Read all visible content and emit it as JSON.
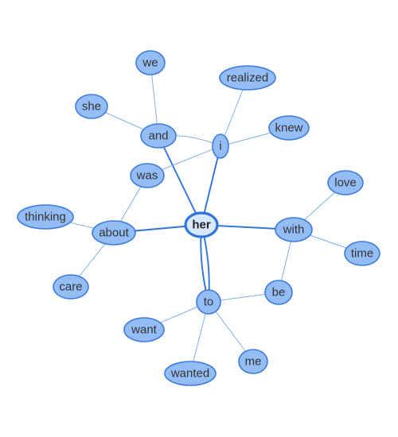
{
  "graph": {
    "center": "her",
    "colors": {
      "node_fill": "#94bdf5",
      "node_stroke": "#3b7be0",
      "center_fill": "#d9e8fb",
      "center_stroke": "#2f74dc",
      "edge_thin": "#7fb0e8",
      "edge_thick": "#2f74dc",
      "text": "#333333"
    },
    "nodes": [
      {
        "id": "her",
        "label": "her"
      },
      {
        "id": "we",
        "label": "we"
      },
      {
        "id": "realized",
        "label": "realized"
      },
      {
        "id": "she",
        "label": "she"
      },
      {
        "id": "knew",
        "label": "knew"
      },
      {
        "id": "and",
        "label": "and"
      },
      {
        "id": "i",
        "label": "i"
      },
      {
        "id": "was",
        "label": "was"
      },
      {
        "id": "love",
        "label": "love"
      },
      {
        "id": "thinking",
        "label": "thinking"
      },
      {
        "id": "about",
        "label": "about"
      },
      {
        "id": "with",
        "label": "with"
      },
      {
        "id": "time",
        "label": "time"
      },
      {
        "id": "care",
        "label": "care"
      },
      {
        "id": "be",
        "label": "be"
      },
      {
        "id": "to",
        "label": "to"
      },
      {
        "id": "want",
        "label": "want"
      },
      {
        "id": "me",
        "label": "me"
      },
      {
        "id": "wanted",
        "label": "wanted"
      }
    ],
    "edges": [
      {
        "from": "we",
        "to": "and",
        "weight": "thin"
      },
      {
        "from": "she",
        "to": "and",
        "weight": "thin"
      },
      {
        "from": "and",
        "to": "i",
        "weight": "thin"
      },
      {
        "from": "and",
        "to": "her",
        "weight": "thick"
      },
      {
        "from": "realized",
        "to": "i",
        "weight": "thin"
      },
      {
        "from": "knew",
        "to": "i",
        "weight": "thin"
      },
      {
        "from": "i",
        "to": "her",
        "weight": "thick"
      },
      {
        "from": "i",
        "to": "was",
        "weight": "thin"
      },
      {
        "from": "was",
        "to": "about",
        "weight": "thin"
      },
      {
        "from": "thinking",
        "to": "about",
        "weight": "thin"
      },
      {
        "from": "care",
        "to": "about",
        "weight": "thin"
      },
      {
        "from": "about",
        "to": "her",
        "weight": "thick"
      },
      {
        "from": "her",
        "to": "with",
        "weight": "thick"
      },
      {
        "from": "with",
        "to": "love",
        "weight": "thin"
      },
      {
        "from": "with",
        "to": "time",
        "weight": "thin"
      },
      {
        "from": "with",
        "to": "be",
        "weight": "thin"
      },
      {
        "from": "be",
        "to": "to",
        "weight": "thin"
      },
      {
        "from": "her",
        "to": "to",
        "weight": "thick"
      },
      {
        "from": "to",
        "to": "her",
        "weight": "thick"
      },
      {
        "from": "to",
        "to": "want",
        "weight": "thin"
      },
      {
        "from": "to",
        "to": "me",
        "weight": "thin"
      },
      {
        "from": "to",
        "to": "wanted",
        "weight": "thin"
      }
    ]
  }
}
